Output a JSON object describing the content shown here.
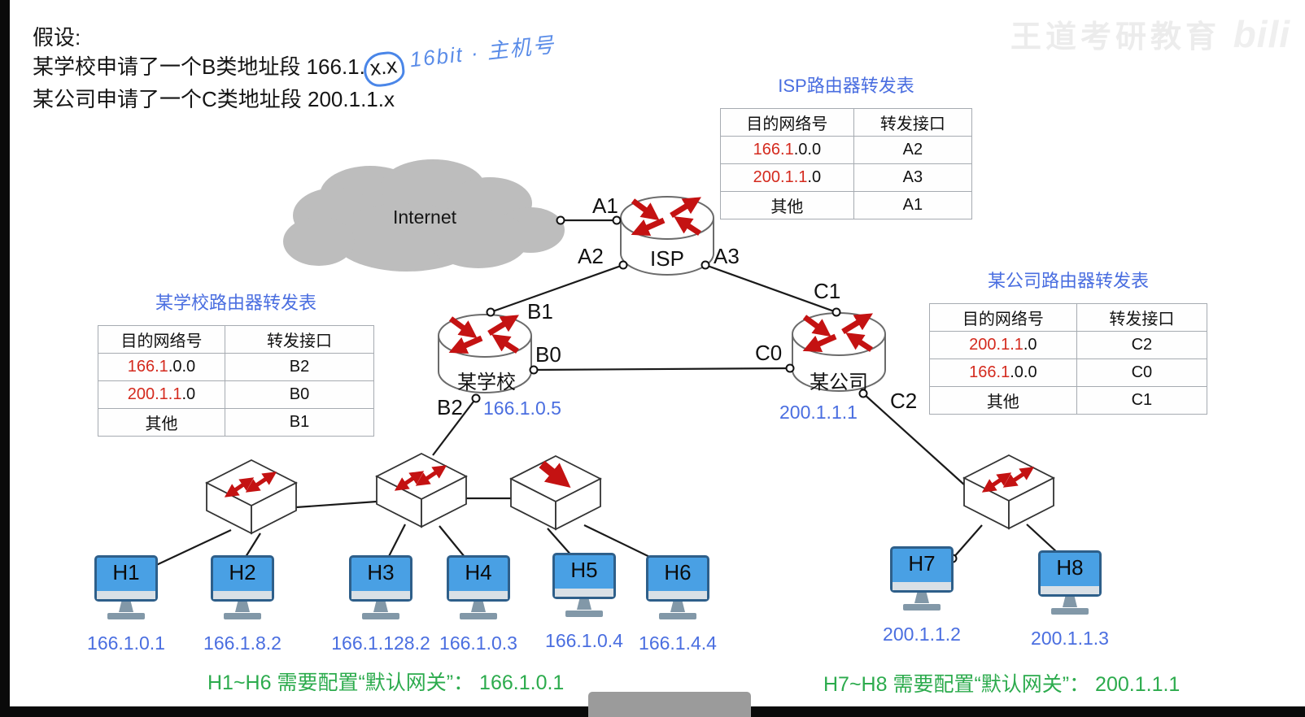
{
  "assumption": {
    "heading": "假设:",
    "line1_prefix": "某学校申请了一个B类地址段 166.1.",
    "line1_circled": "x.x",
    "line2": "某公司申请了一个C类地址段 200.1.1.x",
    "annotation": "16bit · 主机号"
  },
  "tables": {
    "isp": {
      "title": "ISP路由器转发表",
      "col_dest": "目的网络号",
      "col_iface": "转发接口",
      "rows": [
        {
          "dest_red": "166.1",
          "dest_rest": ".0.0",
          "iface": "A2"
        },
        {
          "dest_red": "200.1.1",
          "dest_rest": ".0",
          "iface": "A3"
        },
        {
          "dest_red": "",
          "dest_rest": "其他",
          "iface": "A1"
        }
      ]
    },
    "school": {
      "title": "某学校路由器转发表",
      "col_dest": "目的网络号",
      "col_iface": "转发接口",
      "rows": [
        {
          "dest_red": "166.1",
          "dest_rest": ".0.0",
          "iface": "B2"
        },
        {
          "dest_red": "200.1.1",
          "dest_rest": ".0",
          "iface": "B0"
        },
        {
          "dest_red": "",
          "dest_rest": "其他",
          "iface": "B1"
        }
      ]
    },
    "company": {
      "title": "某公司路由器转发表",
      "col_dest": "目的网络号",
      "col_iface": "转发接口",
      "rows": [
        {
          "dest_red": "200.1.1",
          "dest_rest": ".0",
          "iface": "C2"
        },
        {
          "dest_red": "166.1",
          "dest_rest": ".0.0",
          "iface": "C0"
        },
        {
          "dest_red": "",
          "dest_rest": "其他",
          "iface": "C1"
        }
      ]
    }
  },
  "network": {
    "internet_label": "Internet",
    "isp_router": {
      "label": "ISP",
      "port_a1": "A1",
      "port_a2": "A2",
      "port_a3": "A3"
    },
    "school_router": {
      "label": "某学校",
      "port_b1": "B1",
      "port_b0": "B0",
      "port_b2": "B2",
      "ip": "166.1.0.5"
    },
    "company_router": {
      "label": "某公司",
      "port_c1": "C1",
      "port_c0": "C0",
      "port_c2": "C2",
      "ip": "200.1.1.1"
    },
    "hosts": [
      {
        "name": "H1",
        "ip": "166.1.0.1"
      },
      {
        "name": "H2",
        "ip": "166.1.8.2"
      },
      {
        "name": "H3",
        "ip": "166.1.128.2"
      },
      {
        "name": "H4",
        "ip": "166.1.0.3"
      },
      {
        "name": "H5",
        "ip": "166.1.0.4"
      },
      {
        "name": "H6",
        "ip": "166.1.4.4"
      },
      {
        "name": "H7",
        "ip": "200.1.1.2"
      },
      {
        "name": "H8",
        "ip": "200.1.1.3"
      }
    ]
  },
  "notes": {
    "school_gateway": "H1~H6 需要配置“默认网关”： 166.1.0.1",
    "company_gateway": "H7~H8 需要配置“默认网关”： 200.1.1.1"
  },
  "watermark": {
    "brand": "王道考研教育",
    "logo": "bili"
  },
  "colors": {
    "accent_blue": "#4a6ee0",
    "highlight_red": "#d42a1e",
    "note_green": "#2cab4d",
    "arrow_red": "#c41212",
    "cloud_gray": "#bdbdbd",
    "screen_blue": "#49a0e4"
  }
}
